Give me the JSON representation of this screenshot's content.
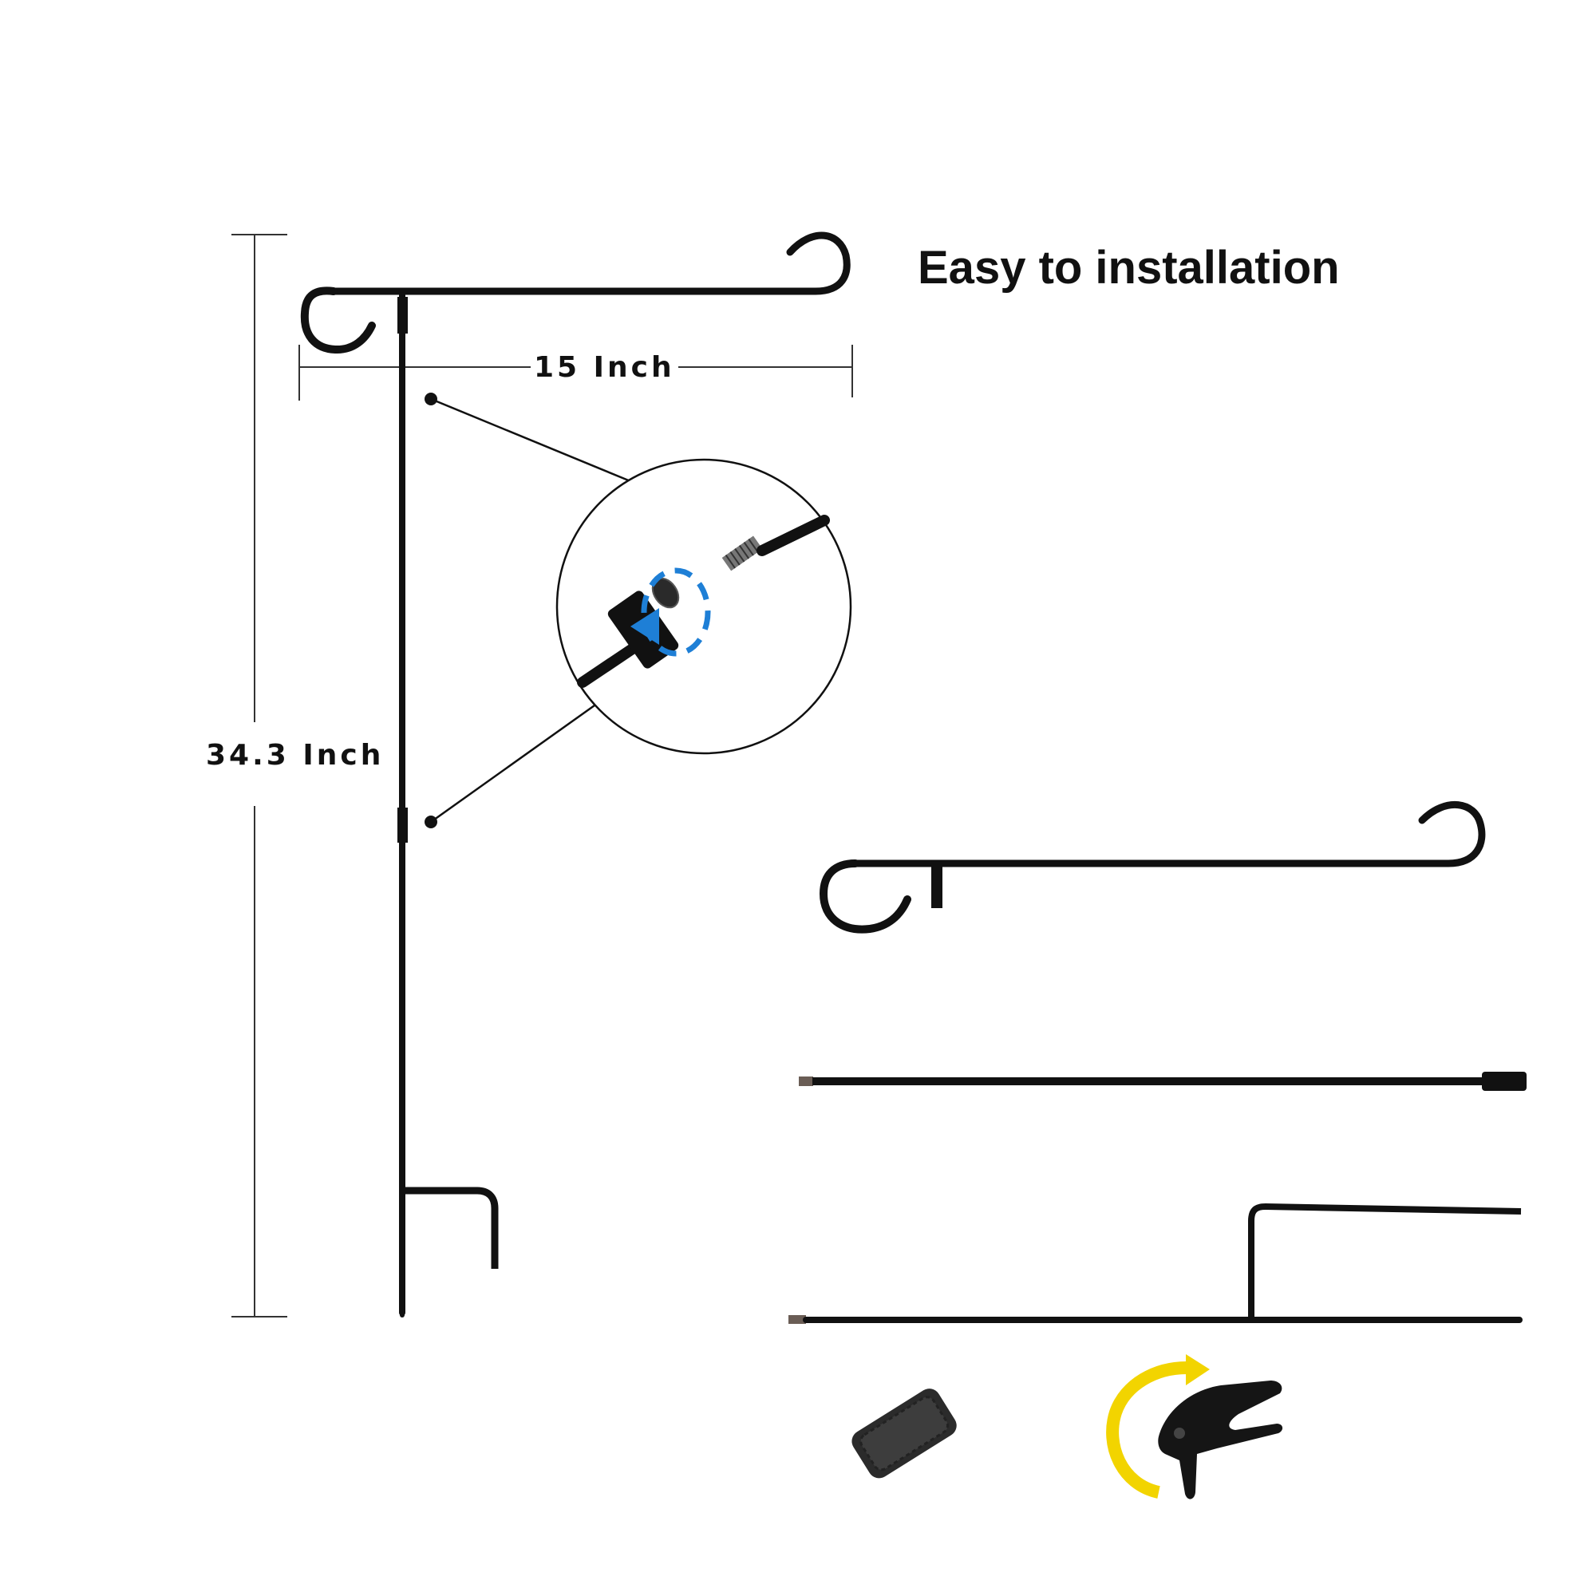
{
  "headline": "Easy to installation",
  "dimensions": {
    "width_label": "15 Inch",
    "height_label": "34.3 Inch"
  },
  "colors": {
    "stand": "#111111",
    "rotation_arrow": "#1e7fd6",
    "twist_arrow": "#f2d400"
  },
  "parts": [
    "stand-top-arm",
    "stand-middle-pole",
    "stand-bottom-stake",
    "rubber-stopper",
    "wind-clip"
  ]
}
